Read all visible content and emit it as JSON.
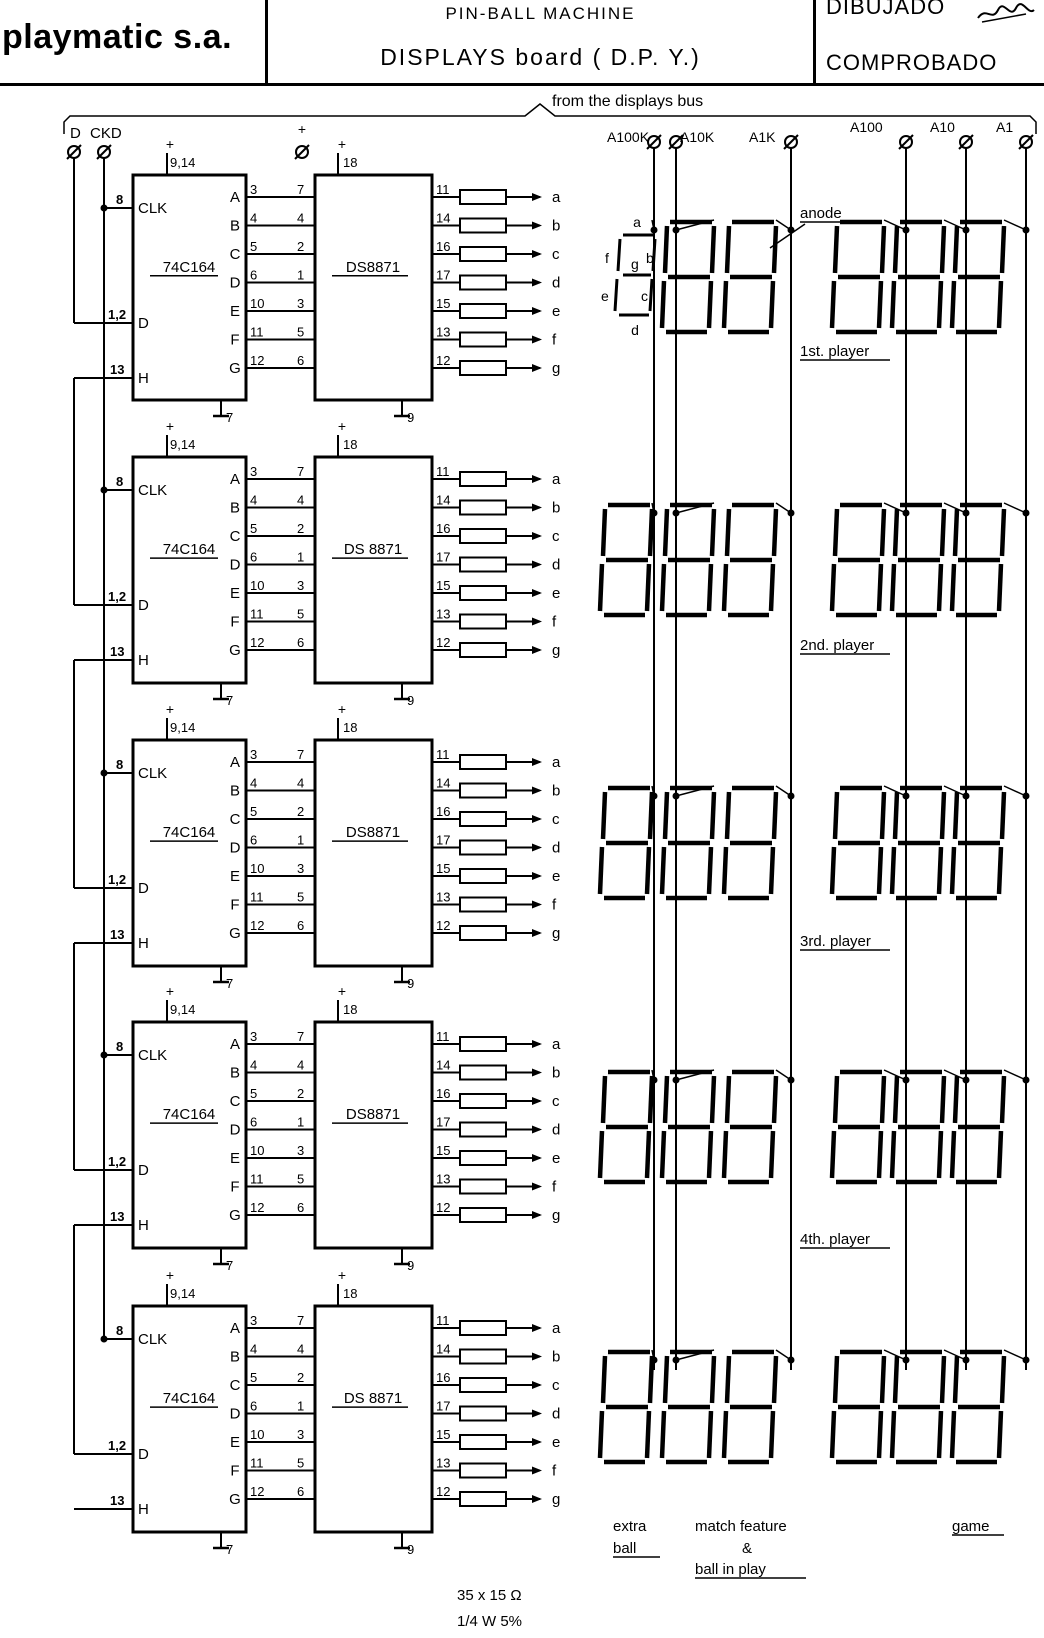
{
  "header": {
    "company": "playmatic s.a.",
    "machine": "PIN-BALL   MACHINE",
    "board": "DISPLAYS   board  ( D.P. Y.)",
    "drawn_label": "DIBUJADO",
    "checked_label": "COMPROBADO"
  },
  "bus_label": "from  the  displays  bus",
  "inputs": {
    "data": "D",
    "clock": "CKD",
    "plus": "+"
  },
  "anodes": [
    "A100K",
    "A10K",
    "A1K",
    "A100",
    "A10",
    "A1"
  ],
  "shift_register": {
    "part": "74C164",
    "pins": [
      "CLK",
      "D",
      "H",
      "A",
      "B",
      "C",
      "D",
      "E",
      "F",
      "G"
    ],
    "pin_numbers": {
      "clk": "8",
      "d": "1,2",
      "h": "13",
      "supply": "9,14",
      "supply_first": [
        "9",
        "14"
      ],
      "ground": "7"
    },
    "output_pins": [
      "3",
      "4",
      "5",
      "6",
      "10",
      "11",
      "12"
    ]
  },
  "driver": {
    "part": "DS8871",
    "part_variants": [
      "DS8871",
      "DS 8871",
      "DS8871",
      "DS8871",
      "DS 8871"
    ],
    "input_pins": [
      "7",
      "4",
      "2",
      "1",
      "3",
      "5",
      "6"
    ],
    "output_pins": [
      "11",
      "14",
      "16",
      "17",
      "15",
      "13",
      "12"
    ],
    "supply": "18",
    "ground": "9"
  },
  "segments": [
    "a",
    "b",
    "c",
    "d",
    "e",
    "f",
    "g"
  ],
  "segment_legend": {
    "a": "a",
    "b": "b",
    "c": "c",
    "d": "d",
    "e": "e",
    "f": "f",
    "g": "g"
  },
  "anode_label": "anode",
  "rows": [
    "1st. player",
    "2nd. player",
    "3rd. player",
    "4th. player"
  ],
  "bottom_labels": {
    "extra": "extra ball",
    "extra_1": "extra",
    "extra_2": "ball",
    "match_1": "match  feature",
    "match_2": "&",
    "match_3": "ball  in  play",
    "game": "game"
  },
  "resistor_note": {
    "line1": "35 x 15 Ω",
    "line2": "1/4 W  5%"
  }
}
